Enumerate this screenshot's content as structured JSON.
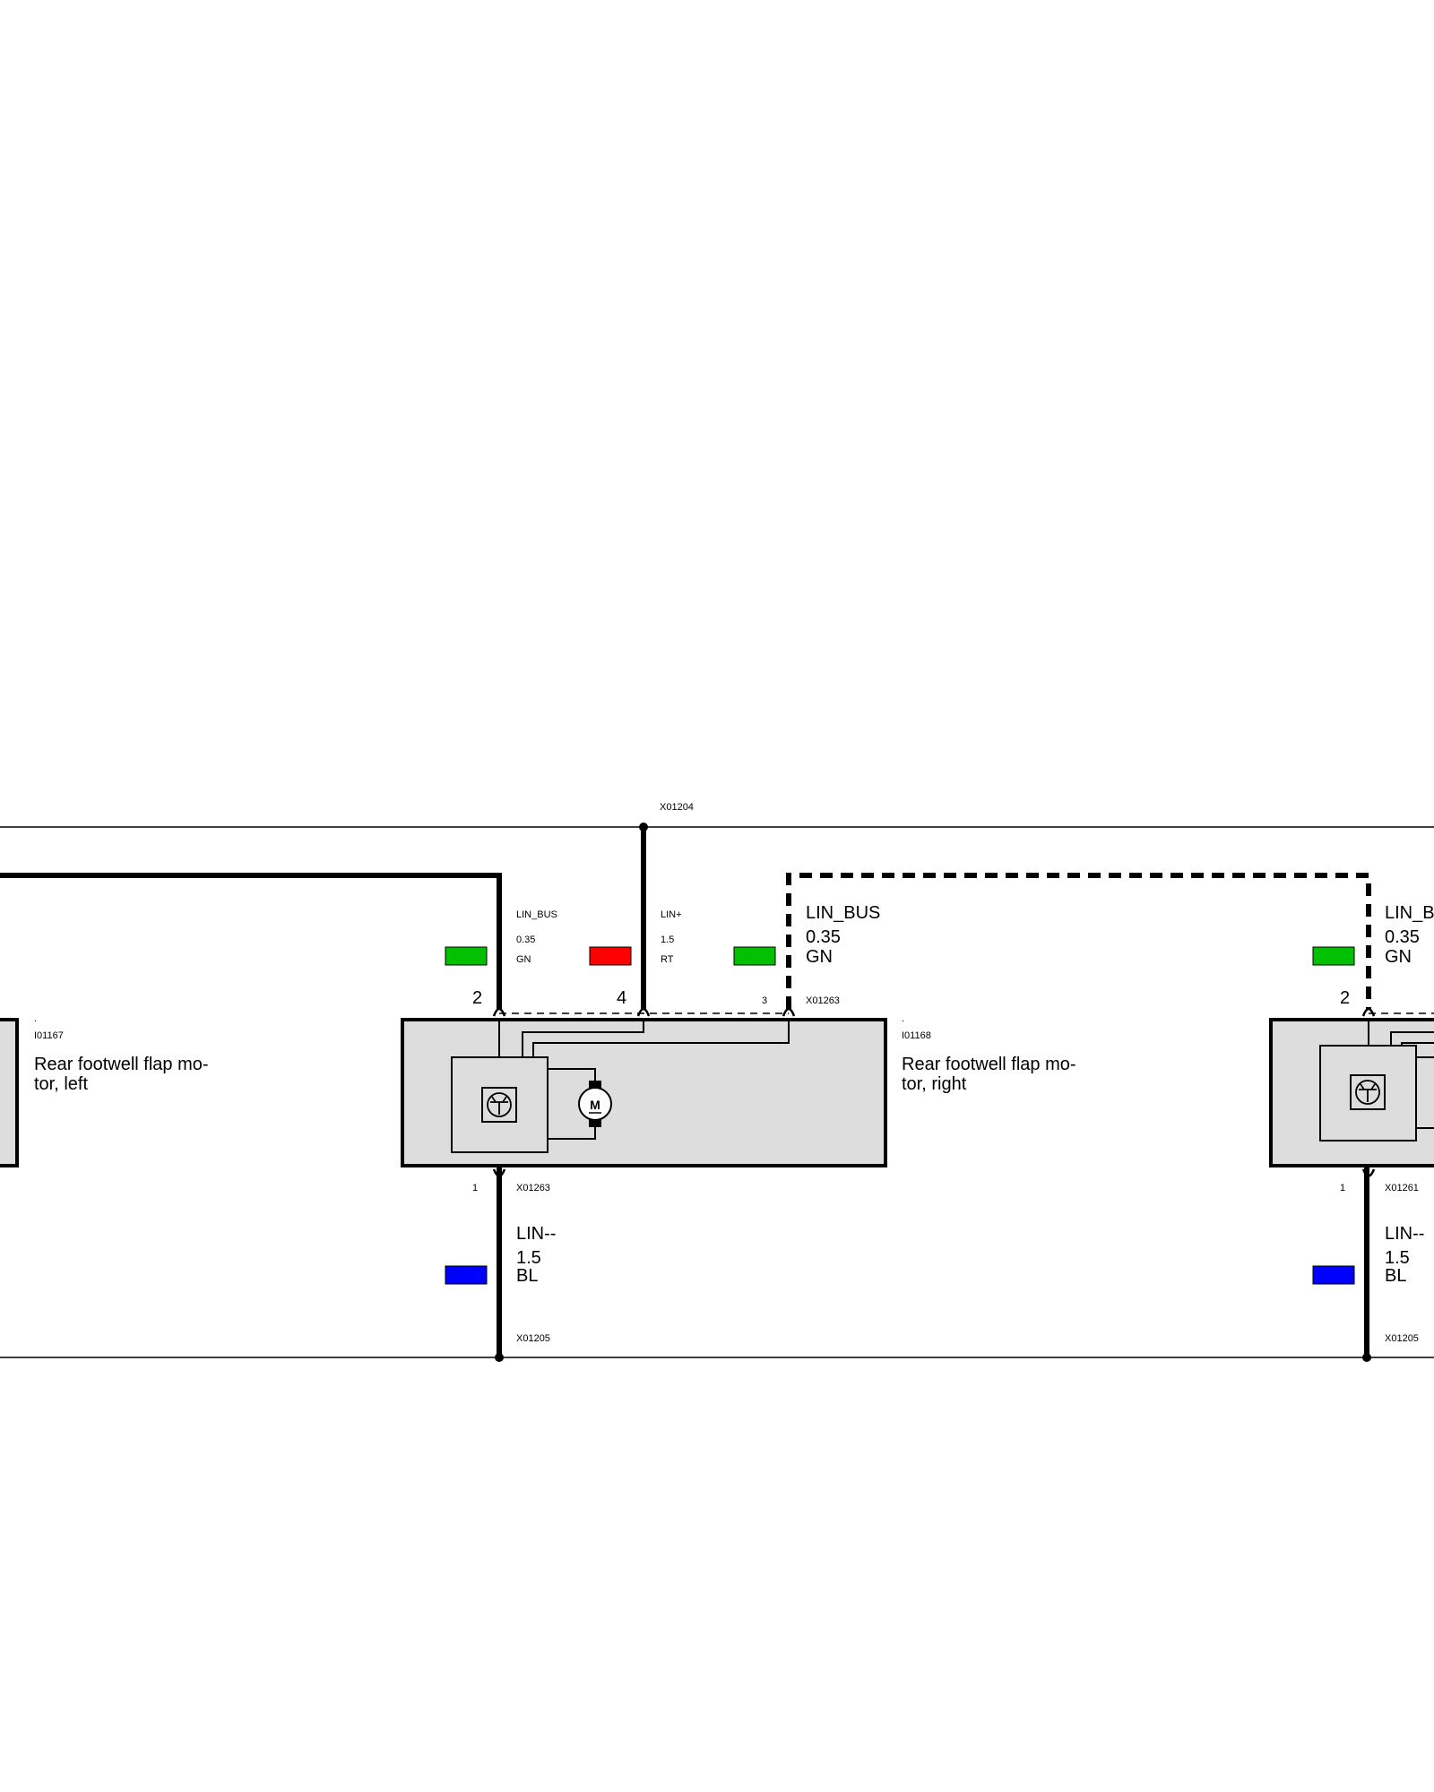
{
  "colors": {
    "component_fill": "#dddddd",
    "wire_gn": "#00c000",
    "wire_rt": "#ff0000",
    "wire_bl": "#0000ff",
    "line": "#000000"
  },
  "rails": {
    "top_connector": "X01204",
    "bottom_connector_left": "X01205",
    "bottom_connector_right": "X01205"
  },
  "components": {
    "left": {
      "id_dot": ".",
      "id": "I01167",
      "name_line1": "Rear footwell flap mo-",
      "name_line2": "tor, left"
    },
    "right": {
      "id_dot": ".",
      "id": "I01168",
      "name_line1": "Rear footwell flap mo-",
      "name_line2": "tor, right"
    }
  },
  "motor_center": {
    "pin_lin_bus": "2",
    "pin_lin_plus": "4",
    "pin_3": "3",
    "pin_ground": "1",
    "connector_top": "X01263",
    "connector_bottom": "X01263",
    "motor_symbol": "M"
  },
  "motor_right": {
    "pin_lin_bus": "2",
    "pin_ground": "1",
    "connector_bottom": "X01261"
  },
  "wires": {
    "lin_bus_small": {
      "signal": "LIN_BUS",
      "size": "0.35",
      "color": "GN"
    },
    "lin_plus": {
      "signal": "LIN+",
      "size": "1.5",
      "color": "RT"
    },
    "lin_bus_dashed": {
      "signal": "LIN_BUS",
      "size": "0.35",
      "color": "GN"
    },
    "lin_bus_far_right": {
      "signal": "LIN_B",
      "size": "0.35",
      "color": "GN"
    },
    "lin_minus_center": {
      "signal": "LIN--",
      "size": "1.5",
      "color": "BL"
    },
    "lin_minus_right": {
      "signal": "LIN--",
      "size": "1.5",
      "color": "BL"
    }
  },
  "icons": [
    "transistor-icon",
    "motor-icon",
    "splice-dot-icon",
    "connector-fork-icon"
  ]
}
